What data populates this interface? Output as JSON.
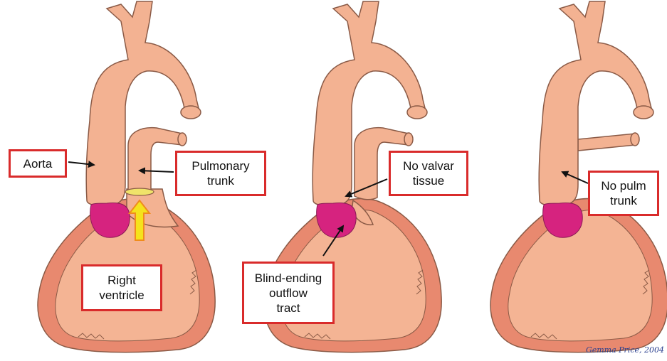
{
  "colors": {
    "vessel_fill": "#f3b292",
    "vessel_stroke": "#8a5a46",
    "ventricle_wall": "#e8896f",
    "ventricle_cavity": "#f4b494",
    "valve_magenta": "#d6237f",
    "valve_ring": "#f0e36a",
    "arrow_yellow": "#f5e21c",
    "arrow_orange_outline": "#f08c1c",
    "label_border": "#d92b2b",
    "pointer": "#111111"
  },
  "panels": [
    {
      "labels": {
        "aorta": "Aorta",
        "pulmonary_trunk": "Pulmonary\ntrunk",
        "right_ventricle": "Right\nventricle"
      }
    },
    {
      "labels": {
        "no_valvar_tissue": "No valvar\ntissue",
        "blind_ending": "Blind-ending\noutflow\ntract"
      }
    },
    {
      "labels": {
        "no_pulm_trunk": "No pulm\ntrunk"
      }
    }
  ],
  "signature": "Gemma Price, 2004"
}
